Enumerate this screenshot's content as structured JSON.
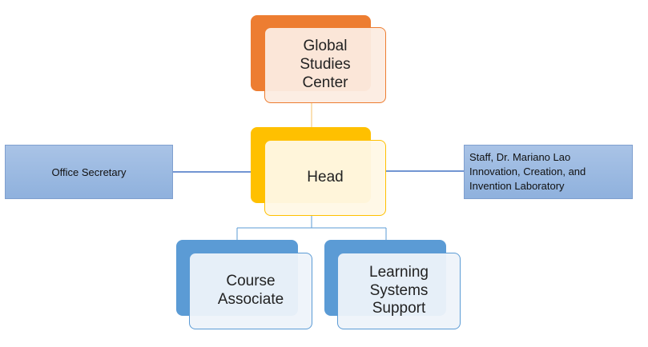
{
  "nodes": {
    "global_studies_center": "Global\nStudies\nCenter",
    "head": "Head",
    "course_associate": "Course\nAssociate",
    "learning_systems_support": "Learning\nSystems\nSupport",
    "office_secretary": "Office Secretary",
    "staff_lab": "Staff, Dr. Mariano Lao\nInnovation, Creation, and\nInvention Laboratory"
  },
  "colors": {
    "orange": "#ed7d31",
    "gold": "#ffc000",
    "blue": "#5b9bd5",
    "side_blue": "#9dbbe3",
    "line_blue": "#4472c4"
  }
}
